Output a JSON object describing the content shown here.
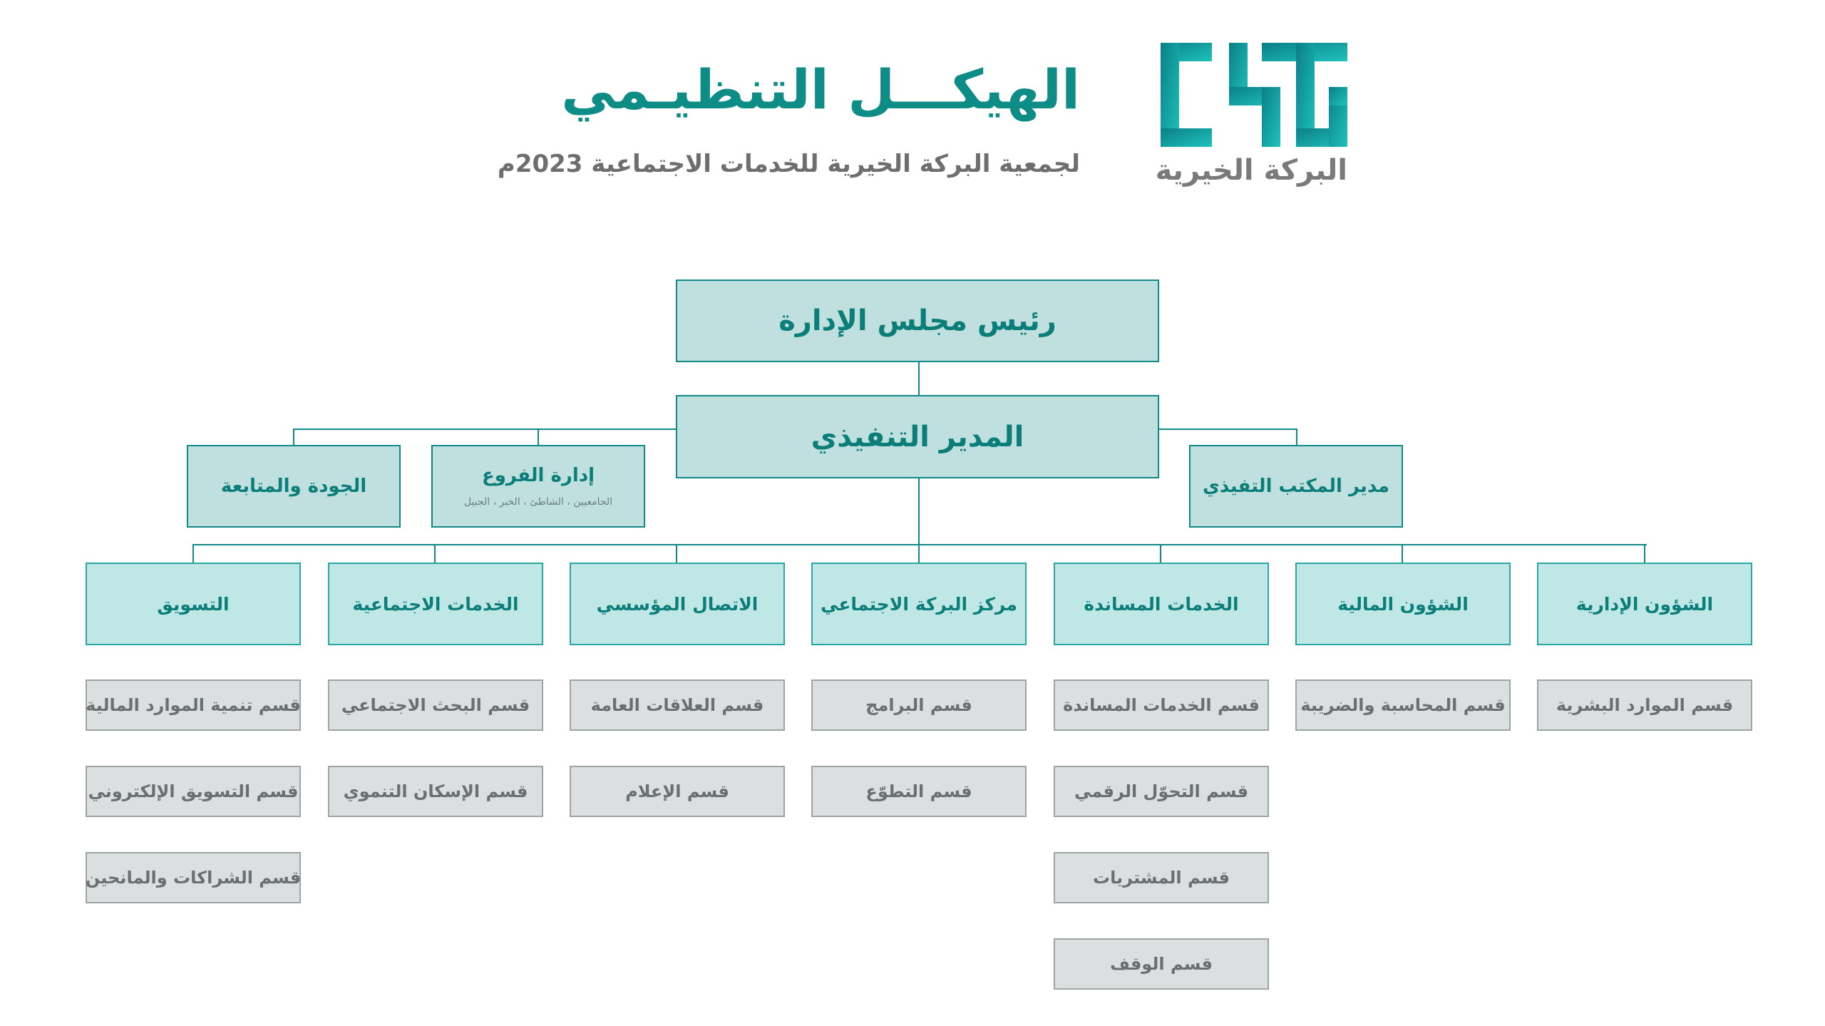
{
  "header": {
    "title": "الهيكـــل التنظيـمي",
    "subtitle": "لجمعية البركة الخيرية للخدمات الاجتماعية 2023م",
    "logo_text": "البركة الخيرية",
    "logo_icon": "al-baraka-logo-icon"
  },
  "chart": {
    "chairman": "رئيس مجلس الإدارة",
    "executive_director": "المدير التنفيذي",
    "left_units": [
      {
        "label": "إدارة الفروع",
        "note": "الجامعيين ، الشاطئ ، الخبر ، الجبيل"
      },
      {
        "label": "الجودة والمتابعة"
      }
    ],
    "right_unit": "مدير المكتب التفيذي",
    "departments": [
      {
        "label": "الشؤون الإدارية",
        "sections": [
          "قسم الموارد البشرية"
        ]
      },
      {
        "label": "الشؤون المالية",
        "sections": [
          "قسم المحاسبة والضريبة"
        ]
      },
      {
        "label": "الخدمات المساندة",
        "sections": [
          "قسم الخدمات المساندة",
          "قسم التحوّل الرقمي",
          "قسم المشتريات",
          "قسم الوقف"
        ]
      },
      {
        "label": "مركز البركة الاجتماعي",
        "sections": [
          "قسم البرامج",
          "قسم التطوّع"
        ]
      },
      {
        "label": "الاتصال المؤسسي",
        "sections": [
          "قسم العلاقات العامة",
          "قسم الإعلام"
        ]
      },
      {
        "label": "الخدمات الاجتماعية",
        "sections": [
          "قسم البحث الاجتماعي",
          "قسم الإسكان التنموي"
        ]
      },
      {
        "label": "التسويق",
        "sections": [
          "قسم تنمية الموارد المالية",
          "قسم التسويق الإلكتروني",
          "قسم الشراكات والمانحين"
        ]
      }
    ]
  },
  "colors": {
    "teal": "#0f8a86",
    "box_fill": "#bfe0de",
    "section_fill": "#dcdfe0"
  }
}
